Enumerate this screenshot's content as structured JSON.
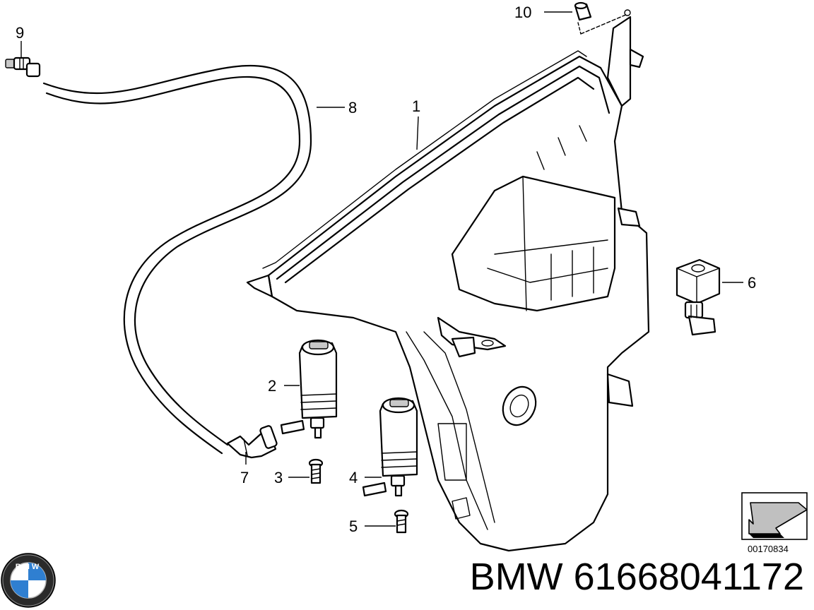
{
  "callouts": [
    {
      "num": "1"
    },
    {
      "num": "2"
    },
    {
      "num": "3"
    },
    {
      "num": "4"
    },
    {
      "num": "5"
    },
    {
      "num": "6"
    },
    {
      "num": "7"
    },
    {
      "num": "8"
    },
    {
      "num": "9"
    },
    {
      "num": "10"
    }
  ],
  "diagram_number": "00170834",
  "brand": {
    "caption": "BMW 61668041172",
    "logo_letters": "BMW"
  },
  "icons": [
    "bmw-logo-icon",
    "direction-arrow-icon"
  ]
}
